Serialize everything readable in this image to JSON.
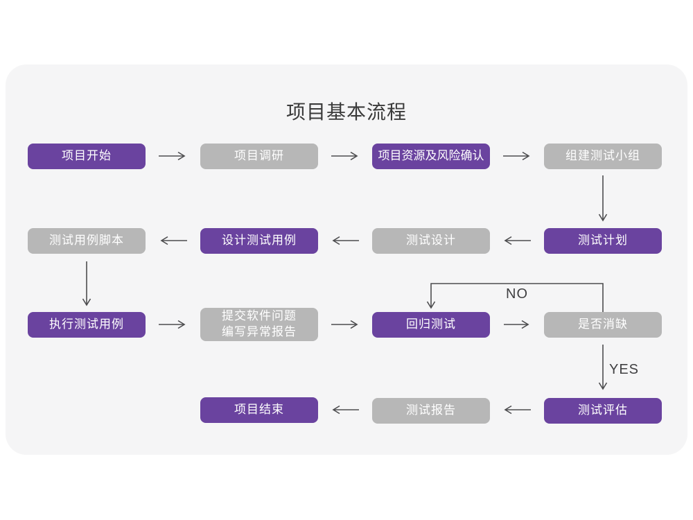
{
  "title": "项目基本流程",
  "colors": {
    "node_purple": "#6a439f",
    "node_gray": "#b7b7b7",
    "node_text": "#ffffff",
    "arrow": "#4c4c4e",
    "card_background": "#f5f5f6",
    "page_background": "#ffffff",
    "title_text": "#3a3a3a"
  },
  "nodes": [
    {
      "id": "project-start",
      "label": "项目开始",
      "style": "purple"
    },
    {
      "id": "project-research",
      "label": "项目调研",
      "style": "gray"
    },
    {
      "id": "resource-risk-confirm",
      "label": "项目资源及风险确认",
      "style": "purple"
    },
    {
      "id": "build-test-team",
      "label": "组建测试小组",
      "style": "gray"
    },
    {
      "id": "test-case-script",
      "label": "测试用例脚本",
      "style": "gray"
    },
    {
      "id": "design-test-case",
      "label": "设计测试用例",
      "style": "purple"
    },
    {
      "id": "test-design",
      "label": "测试设计",
      "style": "gray"
    },
    {
      "id": "test-plan",
      "label": "测试计划",
      "style": "purple"
    },
    {
      "id": "execute-test-case",
      "label": "执行测试用例",
      "style": "purple"
    },
    {
      "id": "submit-issue-report",
      "label": "提交软件问题",
      "label2": "编写异常报告",
      "style": "gray"
    },
    {
      "id": "regression-test",
      "label": "回归测试",
      "style": "purple"
    },
    {
      "id": "defect-eliminated",
      "label": "是否消缺",
      "style": "gray"
    },
    {
      "id": "project-end",
      "label": "项目结束",
      "style": "purple"
    },
    {
      "id": "test-report",
      "label": "测试报告",
      "style": "gray"
    },
    {
      "id": "test-evaluation",
      "label": "测试评估",
      "style": "purple"
    }
  ],
  "edge_labels": {
    "no": "NO",
    "yes": "YES"
  }
}
